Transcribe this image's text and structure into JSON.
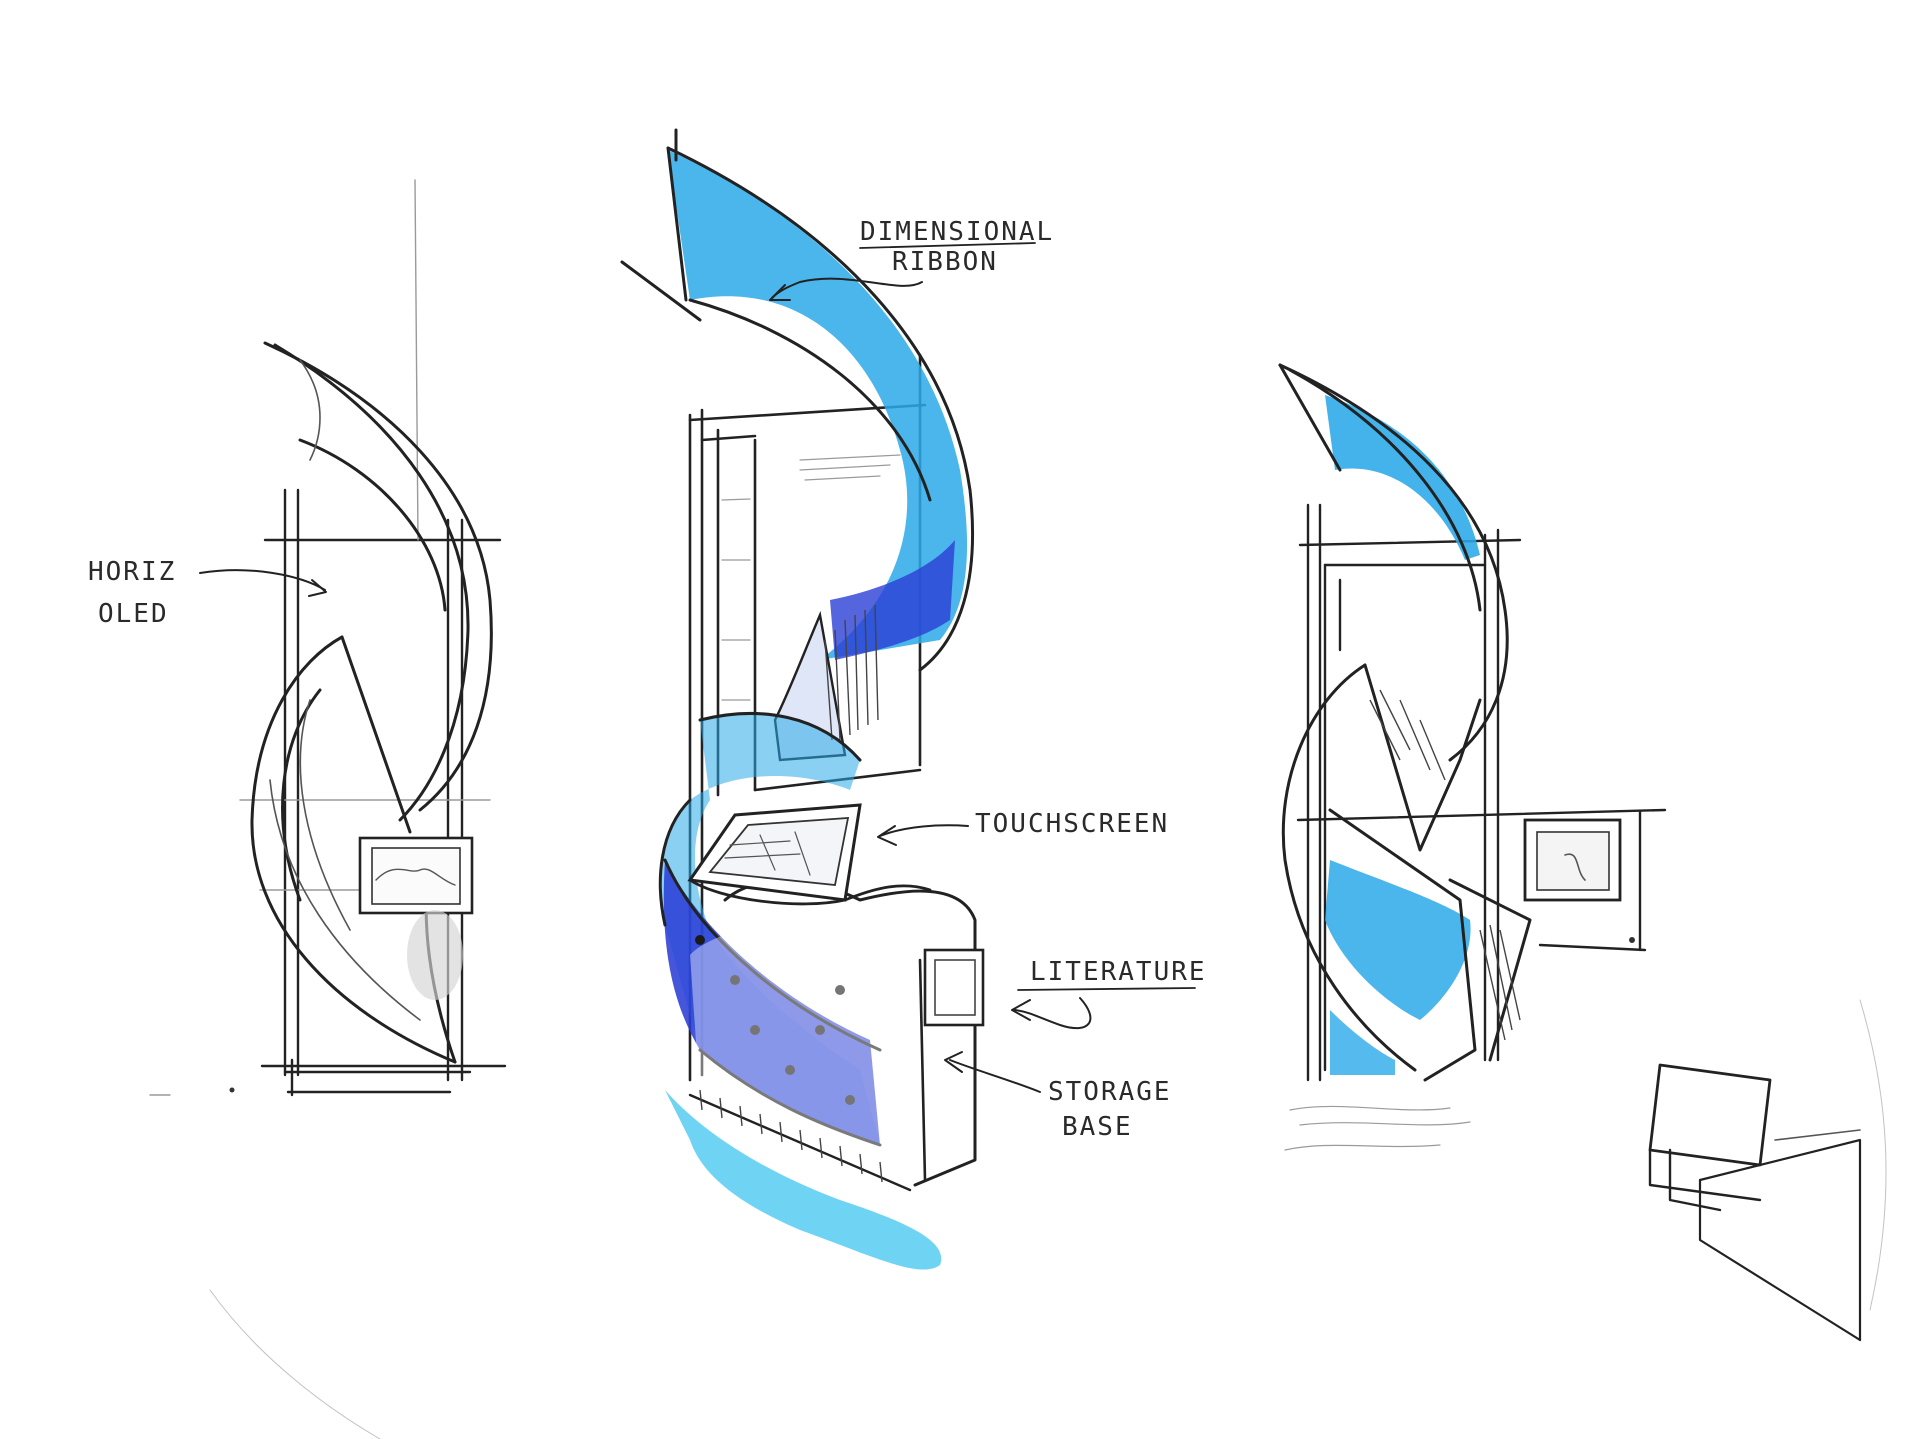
{
  "annotations": {
    "horiz_line1": "HORIZ",
    "horiz_line2": "OLED",
    "ribbon_line1": "DIMENSIONAL",
    "ribbon_line2": "RIBBON",
    "touchscreen": "TOUCHSCREEN",
    "literature": "LITERATURE",
    "storage_line1": "STORAGE",
    "storage_line2": "BASE"
  },
  "colors": {
    "paper": "#ffffff",
    "ink": "#222222",
    "ribbon_light": "#2aa9e8",
    "ribbon_dark": "#2b3fd6",
    "ribbon_glow": "#3fc4f0"
  }
}
